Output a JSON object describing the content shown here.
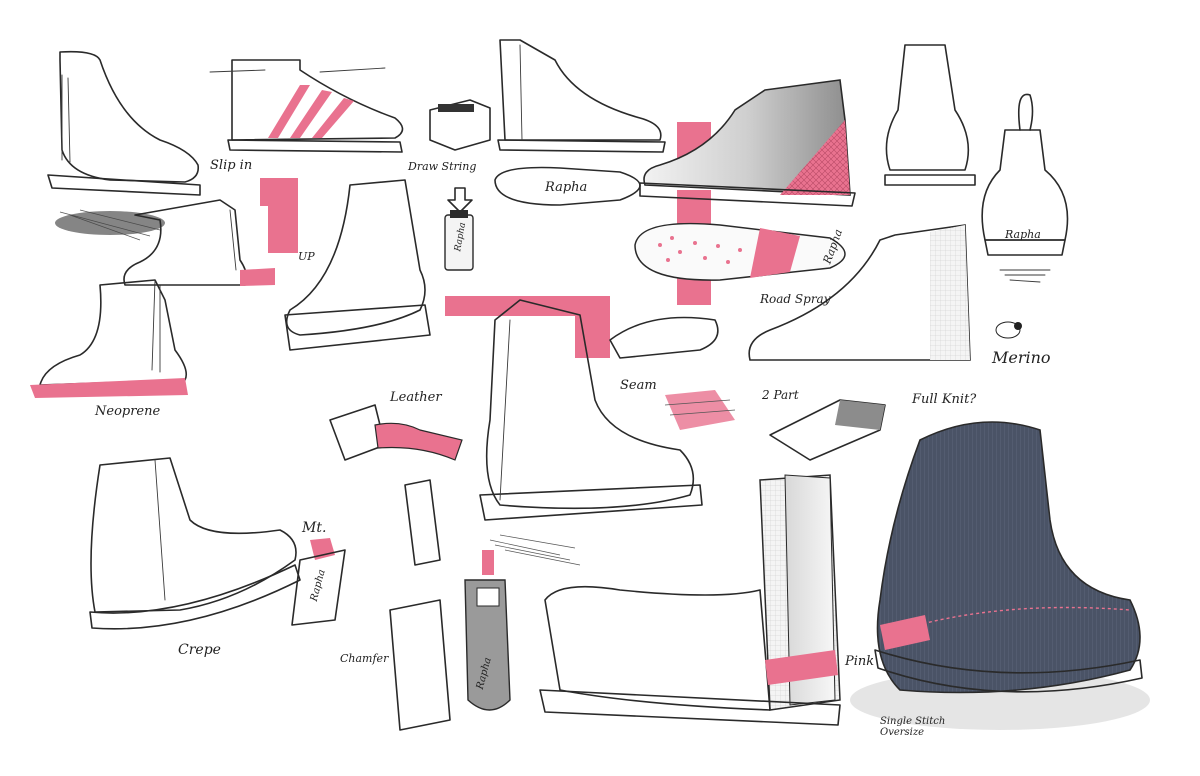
{
  "annotations": {
    "slip_in": "Slip in",
    "draw_string": "Draw String",
    "up": "UP",
    "neoprene": "Neoprene",
    "leather": "Leather",
    "seam": "Seam",
    "road_spray": "Road Spray",
    "merino": "Merino",
    "two_part": "2 Part",
    "full_knit": "Full Knit?",
    "mt": "Mt.",
    "chamfer": "Chamfer",
    "crepe": "Crepe",
    "pink": "Pink",
    "single_stitch": "Single Stitch Oversize"
  },
  "brand_marks": {
    "rapha": "Rapha"
  },
  "colors": {
    "accent_pink": "#e9728f",
    "knit_navy": "#4a5366",
    "ink": "#2a2a2a",
    "shadow_grey": "#9a9a9a"
  }
}
